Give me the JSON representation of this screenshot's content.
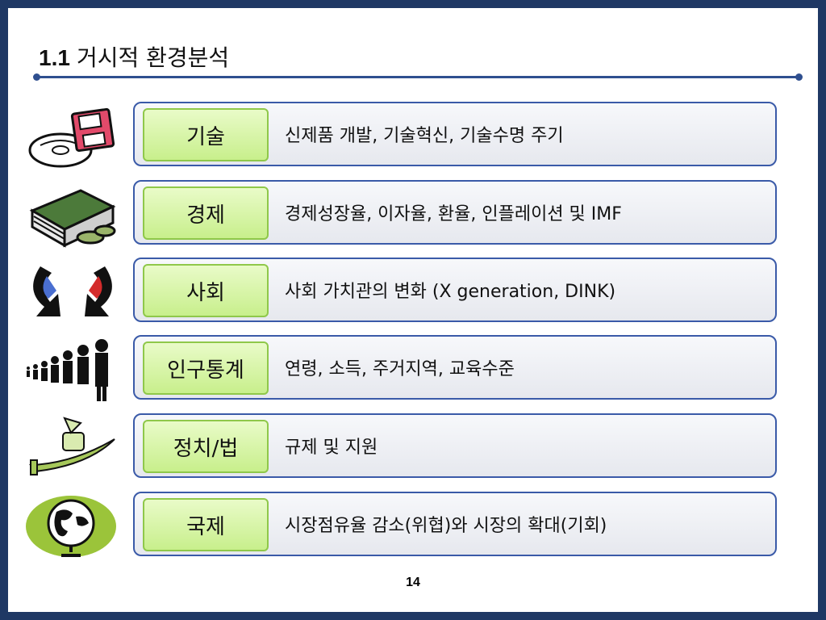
{
  "slide": {
    "title_num": "1.1",
    "title_text": "거시적 환경분석",
    "page_number": "14"
  },
  "rows": [
    {
      "label": "기술",
      "desc": "신제품 개발, 기술혁신, 기술수명 주기",
      "icon": "disk-and-cd-icon"
    },
    {
      "label": "경제",
      "desc": "경제성장율, 이자율, 환율, 인플레이션 및 IMF",
      "icon": "money-stack-icon"
    },
    {
      "label": "사회",
      "desc": "사회 가치관의 변화 (X generation, DINK)",
      "icon": "cycle-arrows-icon"
    },
    {
      "label": "인구통계",
      "desc": "연령, 소득, 주거지역, 교육수준",
      "icon": "people-group-icon"
    },
    {
      "label": "정치/법",
      "desc": "규제 및 지원",
      "icon": "sword-and-lamp-icon"
    },
    {
      "label": "국제",
      "desc": "시장점유율 감소(위협)와 시장의 확대(기회)",
      "icon": "globe-icon"
    }
  ],
  "colors": {
    "frame": "#1f3864",
    "rule": "#2f4f8f",
    "row_border": "#3a5aa8",
    "chip_fill": "#c8ef8c",
    "chip_border": "#8fc84a"
  }
}
